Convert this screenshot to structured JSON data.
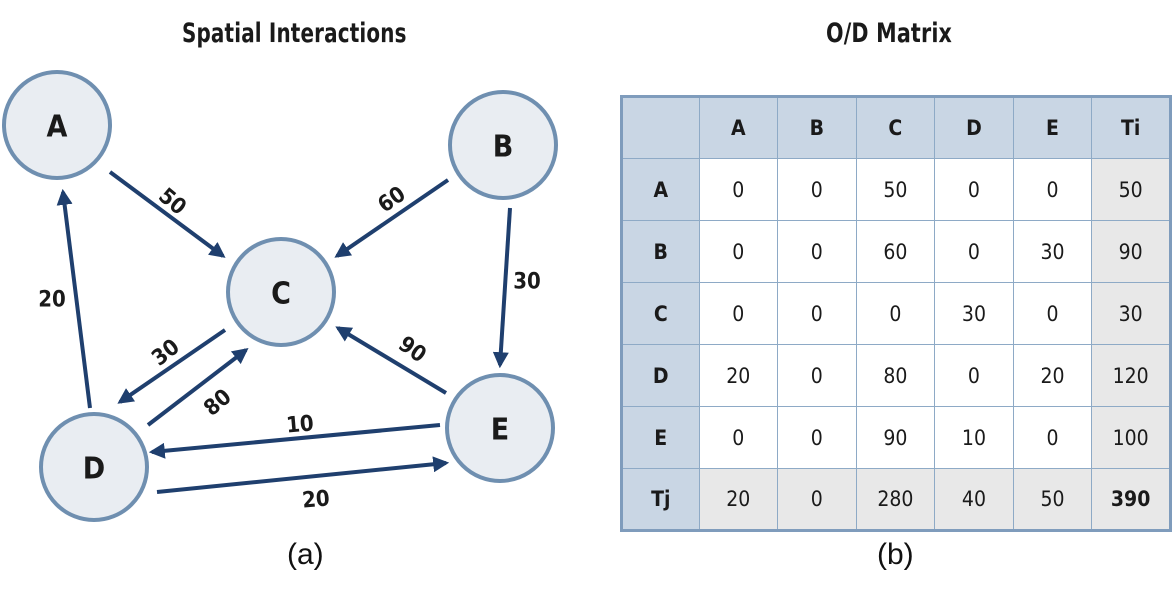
{
  "figure_a": {
    "title": "Spatial Interactions",
    "caption": "(a)",
    "nodes": [
      {
        "id": "A",
        "label": "A"
      },
      {
        "id": "B",
        "label": "B"
      },
      {
        "id": "C",
        "label": "C"
      },
      {
        "id": "D",
        "label": "D"
      },
      {
        "id": "E",
        "label": "E"
      }
    ],
    "edges": [
      {
        "from": "A",
        "to": "C",
        "value": "50"
      },
      {
        "from": "B",
        "to": "C",
        "value": "60"
      },
      {
        "from": "B",
        "to": "E",
        "value": "30"
      },
      {
        "from": "D",
        "to": "A",
        "value": "20"
      },
      {
        "from": "C",
        "to": "D",
        "value": "30"
      },
      {
        "from": "D",
        "to": "C",
        "value": "80"
      },
      {
        "from": "E",
        "to": "C",
        "value": "90"
      },
      {
        "from": "E",
        "to": "D",
        "value": "10"
      },
      {
        "from": "D",
        "to": "E",
        "value": "20"
      }
    ],
    "colors": {
      "node_fill": "#e9edf2",
      "node_stroke": "#6f8fb0",
      "arrow": "#1f3f6e"
    }
  },
  "figure_b": {
    "title": "O/D Matrix",
    "caption": "(b)",
    "corner": "",
    "columns": [
      "A",
      "B",
      "C",
      "D",
      "E",
      "Ti"
    ],
    "rows": [
      {
        "label": "A",
        "values": [
          "0",
          "0",
          "50",
          "0",
          "0",
          "50"
        ]
      },
      {
        "label": "B",
        "values": [
          "0",
          "0",
          "60",
          "0",
          "30",
          "90"
        ]
      },
      {
        "label": "C",
        "values": [
          "0",
          "0",
          "0",
          "30",
          "0",
          "30"
        ]
      },
      {
        "label": "D",
        "values": [
          "20",
          "0",
          "80",
          "0",
          "20",
          "120"
        ]
      },
      {
        "label": "E",
        "values": [
          "0",
          "0",
          "90",
          "10",
          "0",
          "100"
        ]
      },
      {
        "label": "Tj",
        "values": [
          "20",
          "0",
          "280",
          "40",
          "50",
          "390"
        ]
      }
    ],
    "colors": {
      "header": "#c9d6e4",
      "totals": "#e8e8e8",
      "grid": "#8eaac6"
    }
  }
}
